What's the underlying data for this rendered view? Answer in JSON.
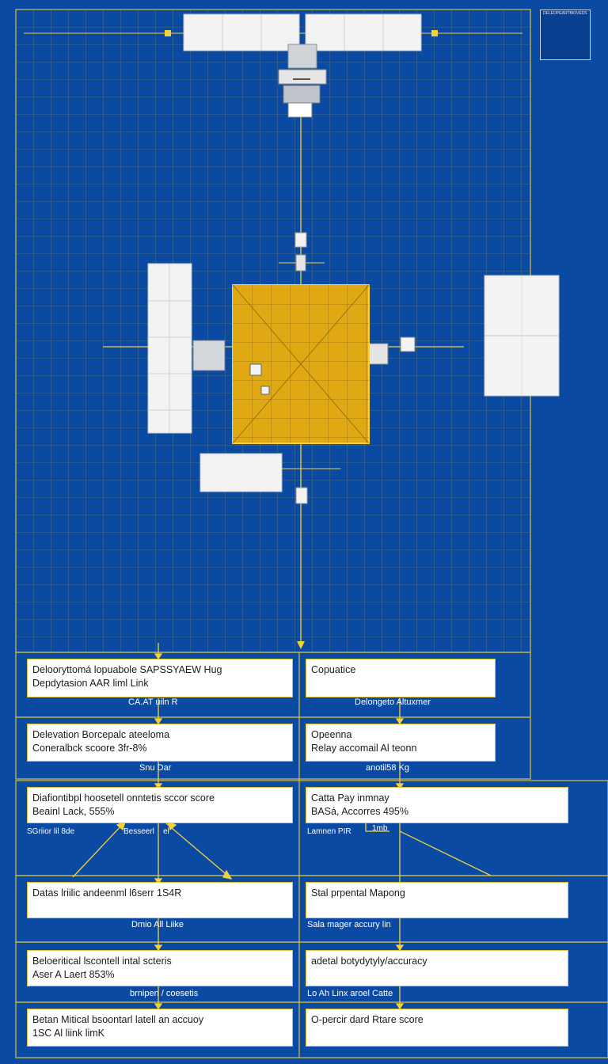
{
  "diagram": {
    "colors": {
      "background": "#0b4aa3",
      "grid_line": "#d9c03a",
      "panel_gold": "#e0a914",
      "solar_panel": "#f3f3f3",
      "box_fill": "#ffffff",
      "connector": "#f2d23a"
    },
    "thumbnail": {
      "caption": "DELEOPEARTBIOVEDSDAN"
    },
    "left_column": [
      {
        "line1": "Delooryttomá lopuabole SAPSSYAEW Hug",
        "line2": "Depdytasion AAR liml Link",
        "label": "CA.AT  uiln R"
      },
      {
        "line1": "Delevation Borcepalc ateeloma",
        "line2": "Coneralbck scoore 3fr-8%",
        "label": "Snu  Dar"
      },
      {
        "line1": "Diafiontibpl hoosetell onntetis sccor score",
        "line2": "Beainl Lack, 555%",
        "label_a": "SGriior  lil 8de",
        "label_b": "Besseerl",
        "label_c": "el"
      },
      {
        "line1": "Datas lriilic andeenml l6serr 1S4R",
        "line2": "",
        "label": "Dmio  All Liike"
      },
      {
        "line1": "Beloeritical lscontell intal scteris",
        "line2": "Aser A Laert 853%",
        "label": "brnipen / coesetis"
      },
      {
        "line1": "Betan Mitical bsoontarl latell an accuoy",
        "line2": "1SC Al liink limK",
        "label": ""
      }
    ],
    "right_column": [
      {
        "line1": "Copuatice",
        "line2": "",
        "label": "Delongeto   Altuxmer"
      },
      {
        "line1": "Opeenna",
        "line2": "Relay accomail Al teonn",
        "label": "anotil58  Kg"
      },
      {
        "line1": "Catta Pay inmnay",
        "line2": "BASá, Accorres 495%",
        "label_a": "Lamnen PIR",
        "label_b": "1mb"
      },
      {
        "line1": "Stal prpental Mapong",
        "line2": "",
        "label": "Sala mager accury lin"
      },
      {
        "line1": "adetal botydytyly/accuracy",
        "line2": "",
        "label": "Lo Ah Linx  aroel Catte"
      },
      {
        "line1": "O-percir dard Rtare score",
        "line2": "",
        "label": ""
      }
    ]
  }
}
